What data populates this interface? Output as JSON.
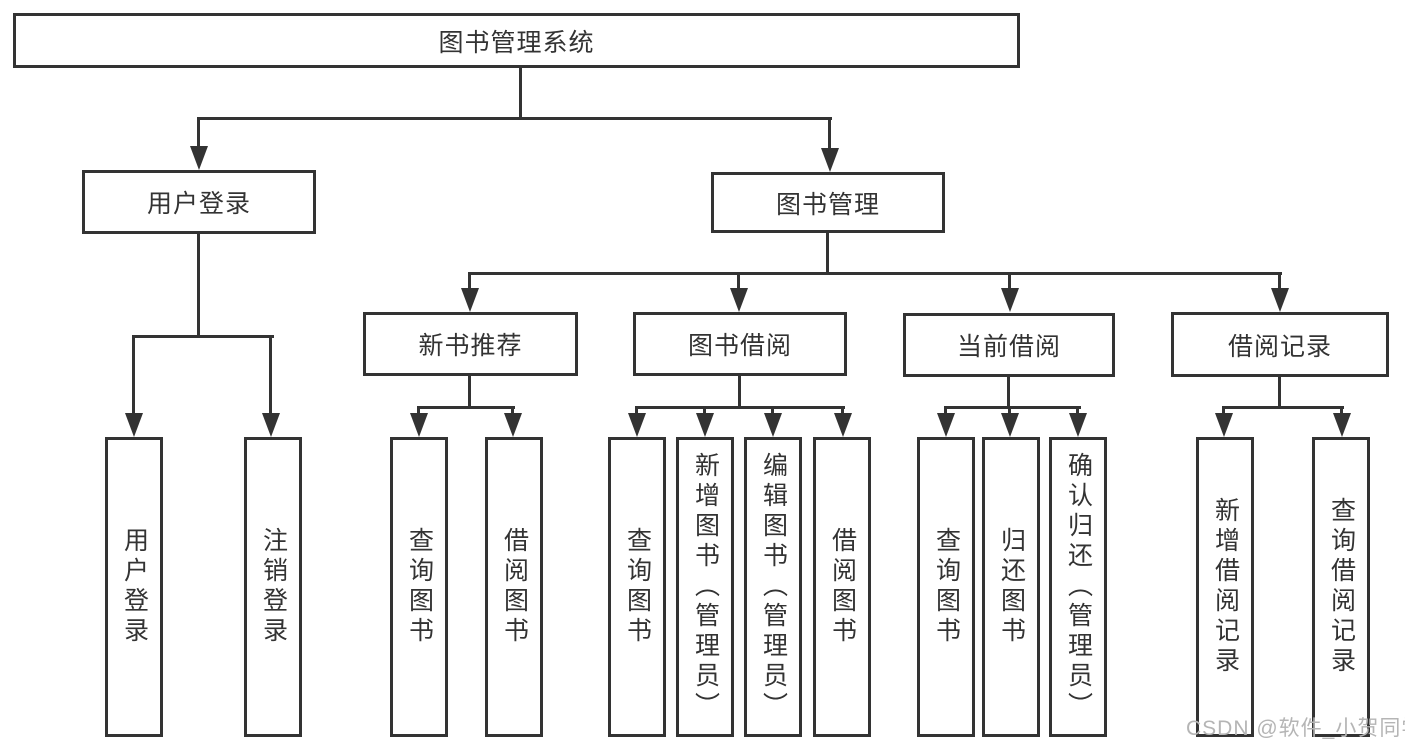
{
  "colors": {
    "line": "#333333",
    "text": "#333333",
    "box_fill": "#ffffff",
    "watermark": "#b5b5b5",
    "background": "#ffffff"
  },
  "diagram": {
    "root": {
      "label": "图书管理系统"
    },
    "level2": [
      {
        "label": "用户登录"
      },
      {
        "label": "图书管理"
      }
    ],
    "level3": [
      {
        "label": "新书推荐"
      },
      {
        "label": "图书借阅"
      },
      {
        "label": "当前借阅"
      },
      {
        "label": "借阅记录"
      }
    ],
    "leaves": [
      {
        "label": "用户登录"
      },
      {
        "label": "注销登录"
      },
      {
        "label": "查询图书"
      },
      {
        "label": "借阅图书"
      },
      {
        "label": "查询图书"
      },
      {
        "label": "新增图书（管理员）"
      },
      {
        "label": "编辑图书（管理员）"
      },
      {
        "label": "借阅图书"
      },
      {
        "label": "查询图书"
      },
      {
        "label": "归还图书"
      },
      {
        "label": "确认归还（管理员）"
      },
      {
        "label": "新增借阅记录"
      },
      {
        "label": "查询借阅记录"
      }
    ]
  },
  "watermark": {
    "text": "CSDN @软件_小贺同学"
  }
}
